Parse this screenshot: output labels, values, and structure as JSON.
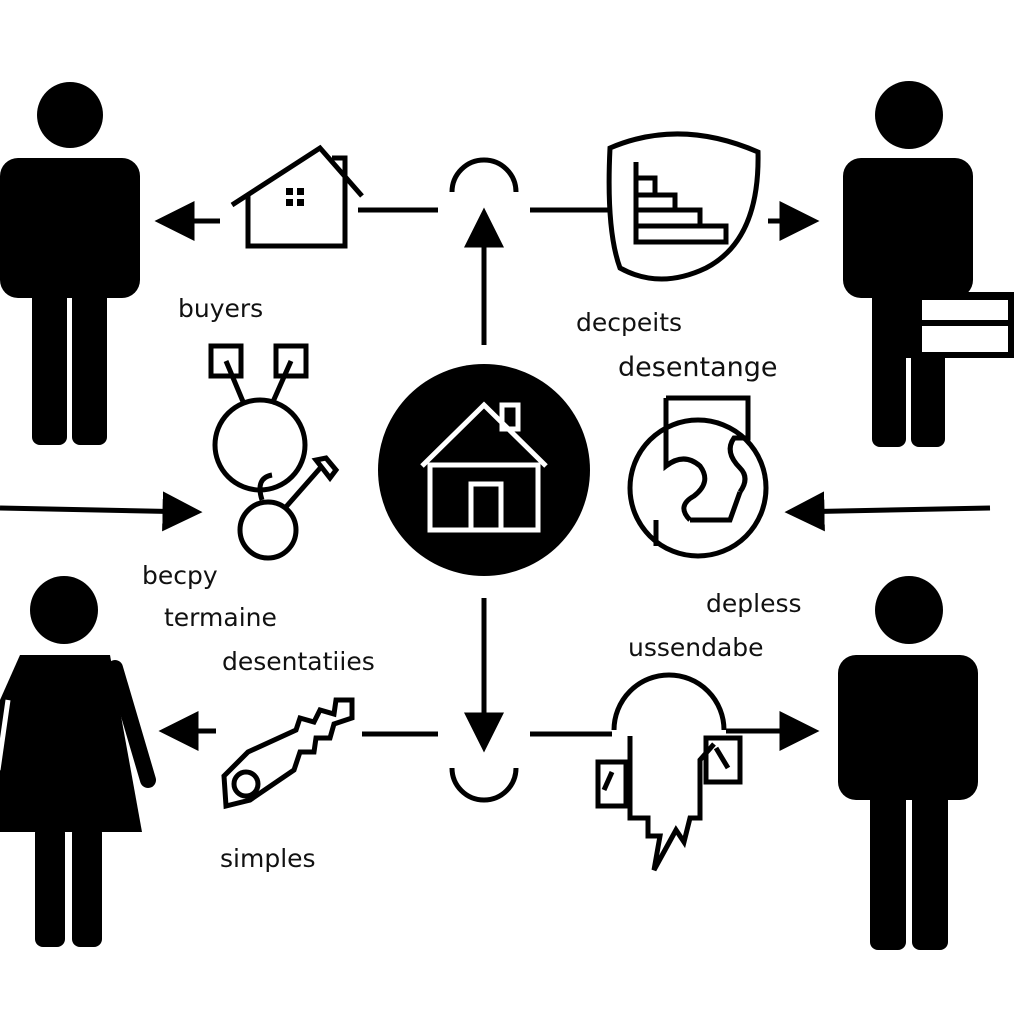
{
  "labels": {
    "buyers": "buyers",
    "decpeits": "decpeits",
    "desentange": "desentange",
    "becpy": "becpy",
    "termaine": "termaine",
    "desentatiies": "desentatiies",
    "depless": "depless",
    "ussendabe": "ussendabe",
    "simples": "simples"
  },
  "colors": {
    "ink": "#000000",
    "background": "#ffffff"
  },
  "icons": [
    "person-icon",
    "person-with-briefcase-icon",
    "woman-icon",
    "house-outline-icon",
    "staircase-shield-icon",
    "house-center-circle-icon",
    "keyring-icon",
    "puzzle-globe-icon",
    "key-icon",
    "broken-circle-icon"
  ]
}
